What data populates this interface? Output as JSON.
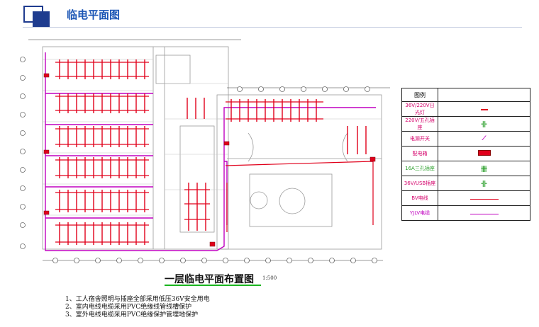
{
  "header": {
    "title": "临电平面图"
  },
  "plan": {
    "caption": "一层临电平面布置图",
    "scale": "1:500"
  },
  "legend": {
    "header_label": "图例",
    "items": [
      {
        "label": "36V/220V日光灯",
        "label_color": "#d4006a",
        "symbol": "line",
        "color": "#e0001b"
      },
      {
        "label": "220V/五孔插座",
        "label_color": "#d4006a",
        "symbol": "outlet",
        "color": "#2da02d"
      },
      {
        "label": "电源开关",
        "label_color": "#d4006a",
        "symbol": "switch",
        "color": "#c000c0"
      },
      {
        "label": "配电箱",
        "label_color": "#d4006a",
        "symbol": "box",
        "color": "#e0001b"
      },
      {
        "label": "16A三孔插座",
        "label_color": "#2da02d",
        "symbol": "outlet",
        "color": "#2da02d"
      },
      {
        "label": "36V/USB插座",
        "label_color": "#d4006a",
        "symbol": "outlet",
        "color": "#2da02d"
      },
      {
        "label": "BV电线",
        "label_color": "#d4006a",
        "symbol": "wire",
        "color": "#e0001b"
      },
      {
        "label": "YJLV电缆",
        "label_color": "#c000c0",
        "symbol": "wire",
        "color": "#c000c0"
      }
    ]
  },
  "notes": [
    "1、工人宿舍照明与插座全部采用低压36V安全用电",
    "2、室内电线电缆采用PVC绝缘线管线槽保护",
    "3、室外电线电缆采用PVC绝缘保护管埋地保护"
  ],
  "colors": {
    "title": "#1a55b5",
    "accent": "#1f3c8f",
    "bv_wire": "#e0001b",
    "yjlv_cable": "#c000c0",
    "caption_underline": "#19b41e"
  }
}
